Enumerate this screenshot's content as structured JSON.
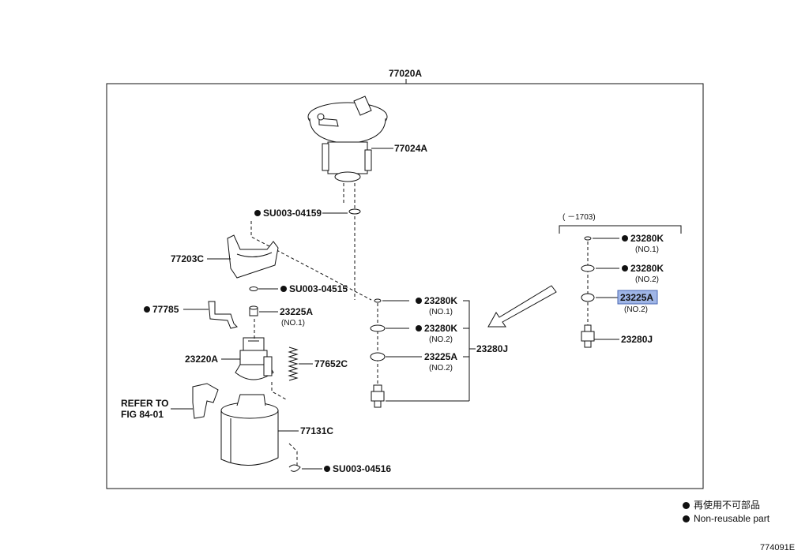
{
  "diagram": {
    "assembly": "77020A",
    "labels": {
      "sender_gauge": "77024A",
      "gasket_1": "SU003-04159",
      "bracket": "77203C",
      "gasket_2": "SU003-04515",
      "clamp": "77785",
      "filter_no1": "23225A",
      "filter_no1_sub": "(NO.1)",
      "pump": "23220A",
      "spring": "77652C",
      "refer_line1": "REFER TO",
      "refer_line2": "FIG 84-01",
      "case": "77131C",
      "gasket_3": "SU003-04516",
      "regulator_group": "23280J",
      "center_k1": "23280K",
      "center_k1_sub": "(NO.1)",
      "center_k2": "23280K",
      "center_k2_sub": "(NO.2)",
      "center_a2": "23225A",
      "center_a2_sub": "(NO.2)"
    },
    "inset": {
      "range": "(    －1703)",
      "k1": "23280K",
      "k1_sub": "(NO.1)",
      "k2": "23280K",
      "k2_sub": "(NO.2)",
      "a2": "23225A",
      "a2_sub": "(NO.2)",
      "j": "23280J"
    },
    "highlight_color": "#9fb5e6"
  },
  "legend": {
    "line_jp": "再使用不可部品",
    "line_en": "Non-reusable part"
  },
  "figure_number": "774091E"
}
